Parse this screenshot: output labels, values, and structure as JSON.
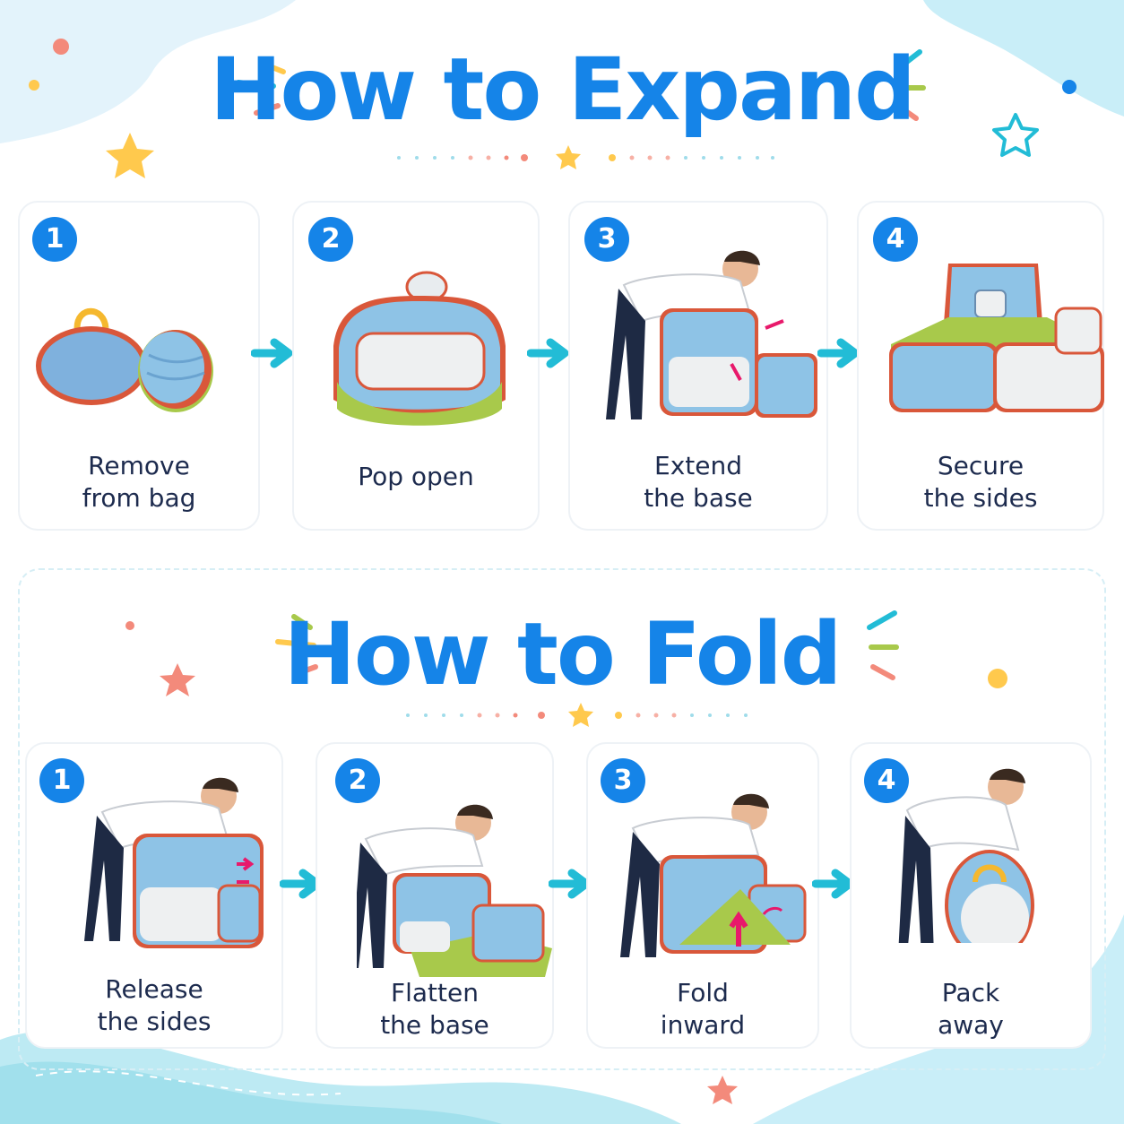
{
  "expand": {
    "title": "How to Expand",
    "steps": [
      {
        "number": "1",
        "label": "Remove\nfrom bag"
      },
      {
        "number": "2",
        "label": "Pop open"
      },
      {
        "number": "3",
        "label": "Extend\nthe base"
      },
      {
        "number": "4",
        "label": "Secure\nthe sides"
      }
    ]
  },
  "fold": {
    "title": "How to Fold",
    "steps": [
      {
        "number": "1",
        "label": "Release\nthe sides"
      },
      {
        "number": "2",
        "label": "Flatten\nthe base"
      },
      {
        "number": "3",
        "label": "Fold\ninward"
      },
      {
        "number": "4",
        "label": "Pack\naway"
      }
    ]
  },
  "colors": {
    "title": "#1584e8",
    "badge": "#1584e8",
    "text": "#1d2b4e",
    "arrow": "#22bcd6",
    "tent_blue": "#8ec3e6",
    "tent_trim": "#d9573a",
    "tent_green": "#a8c94b",
    "accent_pink": "#e8196b"
  }
}
